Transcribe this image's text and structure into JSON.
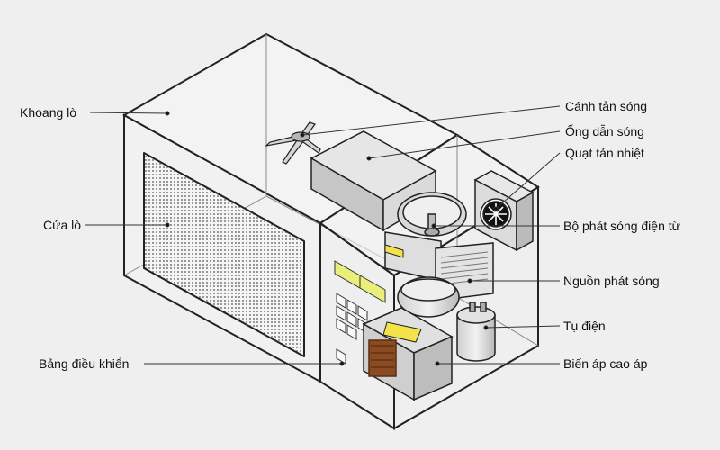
{
  "labels": {
    "khoang_lo": "Khoang lò",
    "cua_lo": "Cửa lò",
    "bang_dieu_khien": "Bảng điều khiển",
    "canh_tan_song": "Cánh tản sóng",
    "ong_dan_song": "Ống dẫn sóng",
    "quat_tan_nhiet": "Quạt tản nhiệt",
    "bo_phat_song": "Bộ phát sóng điện từ",
    "nguon_phat_song": "Nguồn phát sóng",
    "tu_dien": "Tụ điện",
    "bien_ap": "Biến áp cao áp"
  },
  "colors": {
    "background": "#efefef",
    "outline": "#222222",
    "leader": "#333333"
  }
}
